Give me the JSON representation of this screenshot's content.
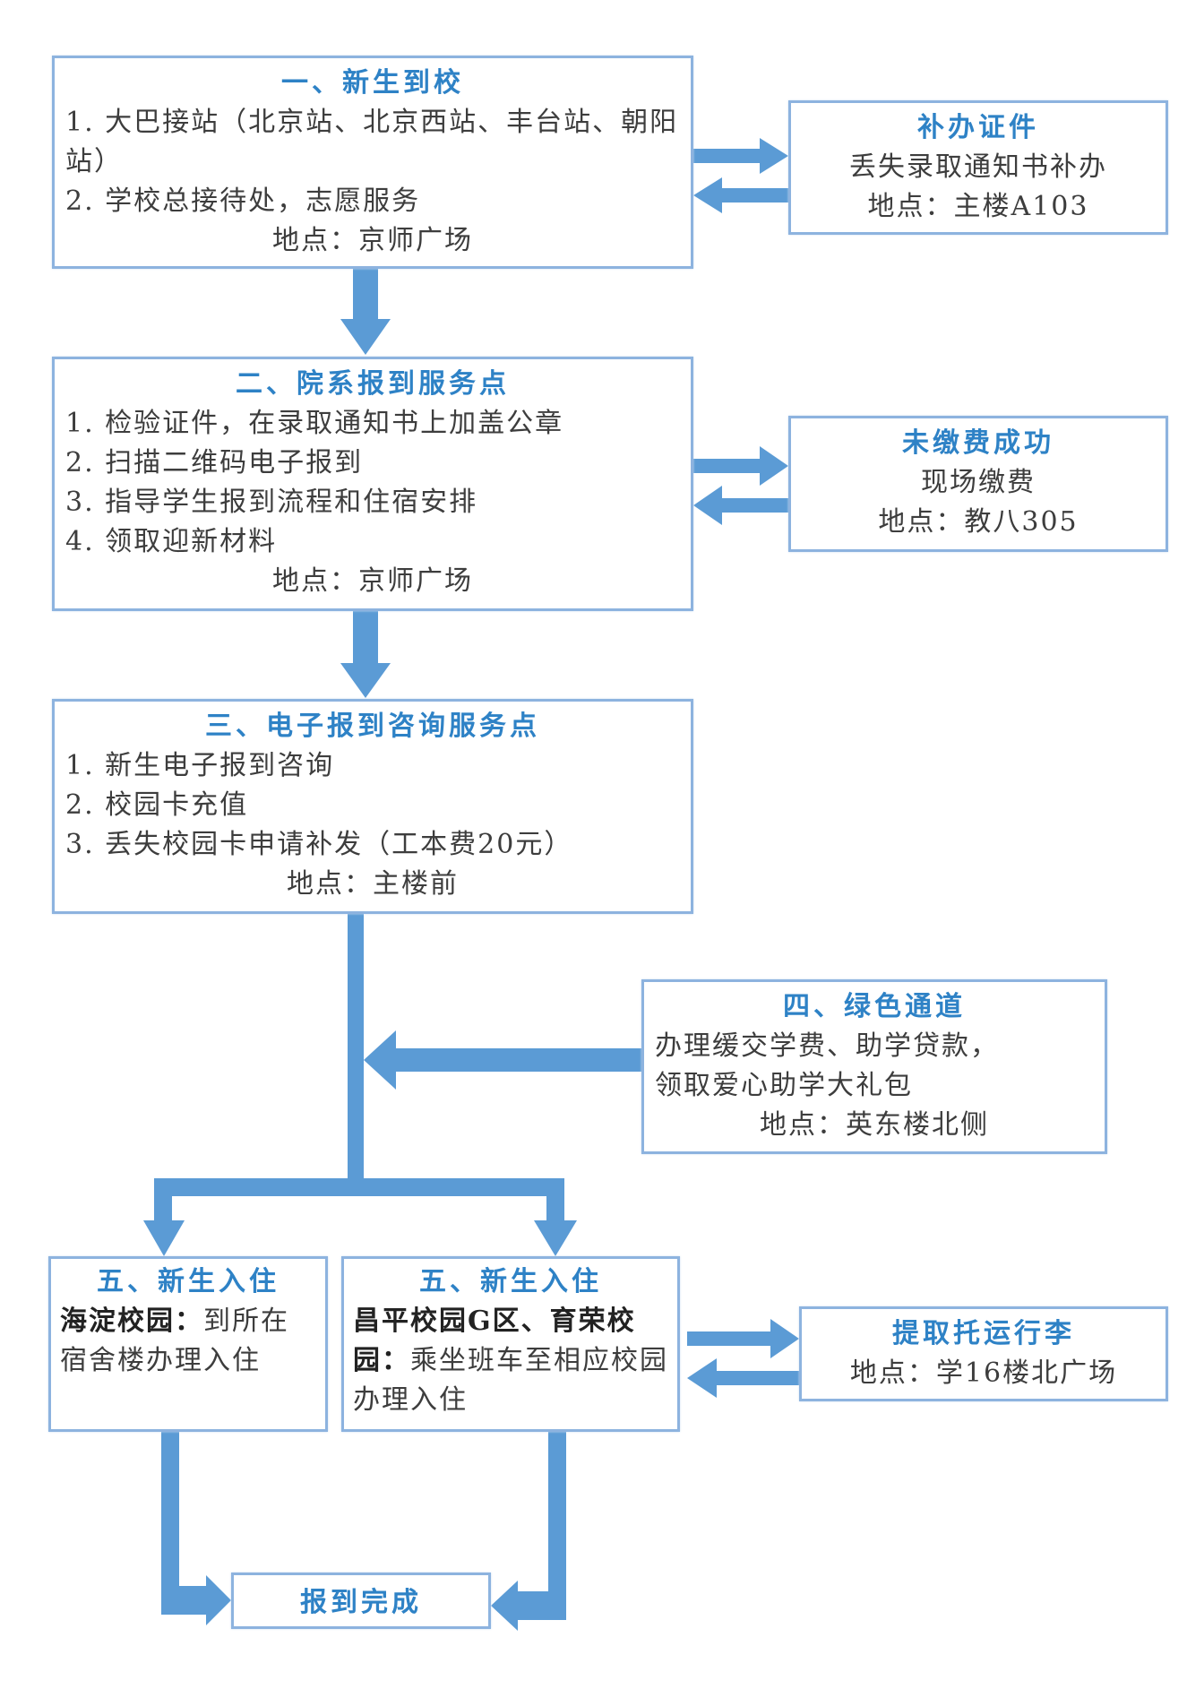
{
  "colors": {
    "arrow": "#5b9bd5",
    "border": "#8db3df",
    "title": "#2e82c6",
    "text": "#3d3d3d"
  },
  "steps": {
    "step1": {
      "title": "一、新生到校",
      "items": [
        "1. 大巴接站（北京站、北京西站、丰台站、朝阳站）",
        "2. 学校总接待处，志愿服务"
      ],
      "location": "地点：京师广场"
    },
    "step2": {
      "title": "二、院系报到服务点",
      "items": [
        "1. 检验证件，在录取通知书上加盖公章",
        "2. 扫描二维码电子报到",
        "3. 指导学生报到流程和住宿安排",
        "4. 领取迎新材料"
      ],
      "location": "地点：京师广场"
    },
    "step3": {
      "title": "三、电子报到咨询服务点",
      "items": [
        "1. 新生电子报到咨询",
        "2. 校园卡充值",
        "3. 丢失校园卡申请补发（工本费20元）"
      ],
      "location": "地点：主楼前"
    },
    "step4": {
      "title": "四、绿色通道",
      "lines": [
        "办理缓交学费、助学贷款，",
        "领取爱心助学大礼包"
      ],
      "location": "地点：英东楼北侧"
    },
    "step5a": {
      "title": "五、新生入住",
      "campus": "海淀校园：",
      "text": "到所在宿舍楼办理入住"
    },
    "step5b": {
      "title": "五、新生入住",
      "campus": "昌平校园G区、育荣校园：",
      "text": "乘坐班车至相应校园办理入住"
    },
    "final": {
      "title": "报到完成"
    }
  },
  "side": {
    "side1": {
      "title": "补办证件",
      "text": "丢失录取通知书补办",
      "location": "地点：主楼A103"
    },
    "side2": {
      "title": "未缴费成功",
      "text": "现场缴费",
      "location": "地点：教八305"
    },
    "side3": {
      "title": "提取托运行李",
      "location": "地点：学16楼北广场"
    }
  }
}
